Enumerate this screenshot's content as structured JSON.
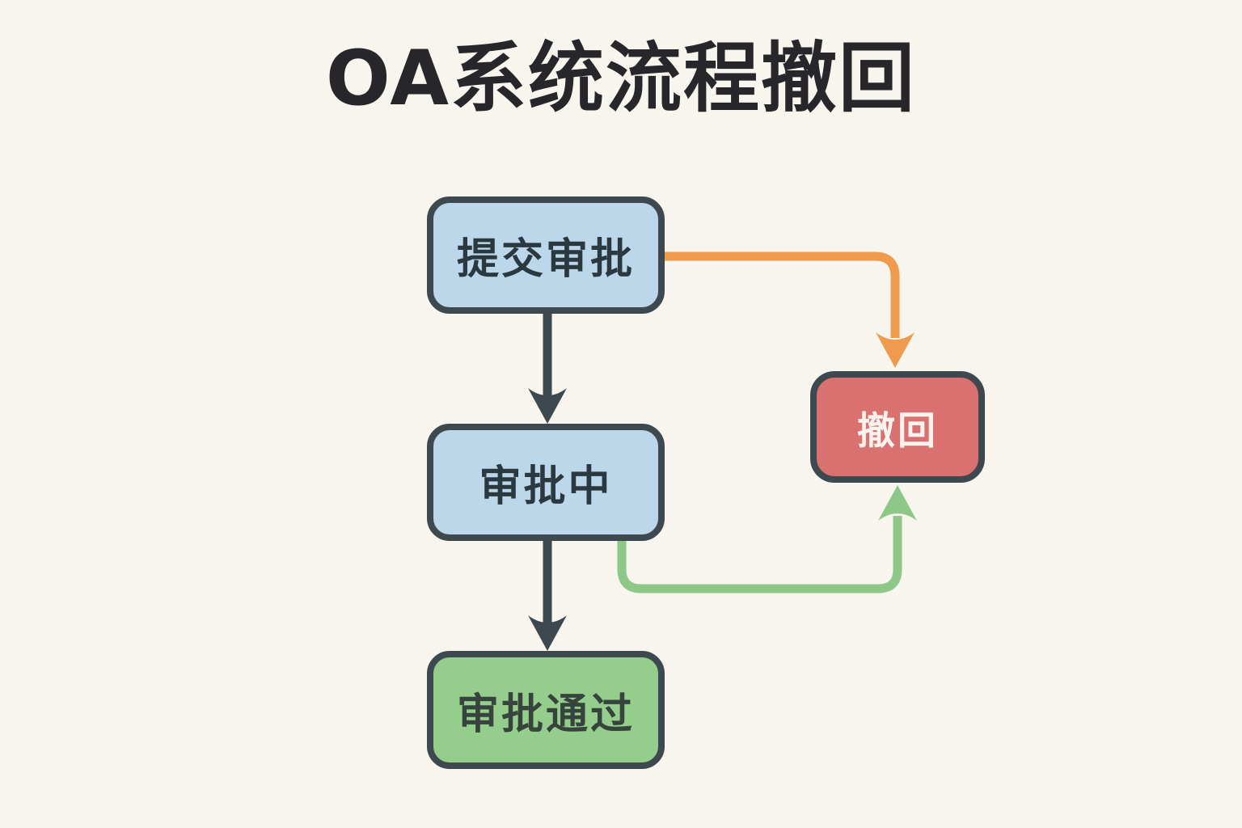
{
  "title": "OA系统流程撤回",
  "colors": {
    "background": "#F7F5EE",
    "node_border": "#3D484F",
    "title_text": "#27272B"
  },
  "diagram": {
    "nodes": [
      {
        "id": "submit",
        "label": "提交审批",
        "fill": "#BCD7EA",
        "text_color": "#2A3840"
      },
      {
        "id": "in_review",
        "label": "审批中",
        "fill": "#BCD7EA",
        "text_color": "#2A3840"
      },
      {
        "id": "approved",
        "label": "审批通过",
        "fill": "#95CD8C",
        "text_color": "#36443D"
      },
      {
        "id": "withdraw",
        "label": "撤回",
        "fill": "#D97170",
        "text_color": "#F9F3ED"
      }
    ],
    "edges": [
      {
        "from": "提交审批",
        "to": "审批中",
        "color": "#3D484F",
        "shape": "straight-down"
      },
      {
        "from": "审批中",
        "to": "审批通过",
        "color": "#3D484F",
        "shape": "straight-down"
      },
      {
        "from": "提交审批",
        "to": "撤回",
        "color": "#F09A4E",
        "shape": "elbow-right-then-down"
      },
      {
        "from": "审批中",
        "to": "撤回",
        "color": "#8EC888",
        "shape": "elbow-down-right-then-up"
      }
    ]
  }
}
